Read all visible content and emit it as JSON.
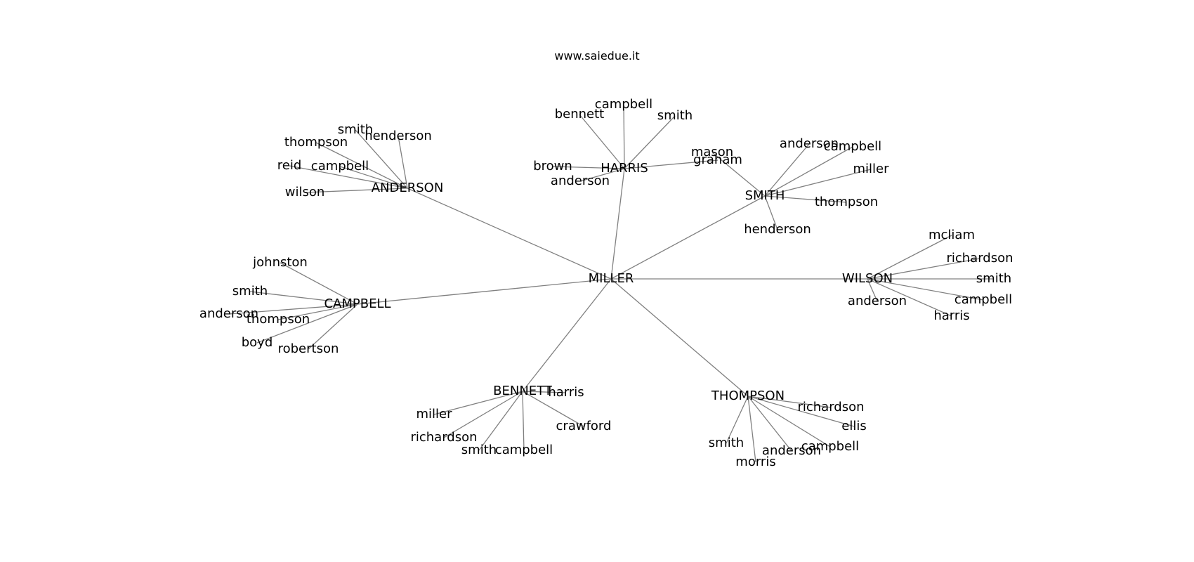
{
  "watermark": "www.saiedue.it",
  "edge_color": "#808080",
  "text_color": "#000000",
  "nodes": [
    {
      "id": "n0",
      "label": "MILLER"
    },
    {
      "id": "n1",
      "label": "ANDERSON"
    },
    {
      "id": "n2",
      "label": "HARRIS"
    },
    {
      "id": "n3",
      "label": "SMITH"
    },
    {
      "id": "n4",
      "label": "WILSON"
    },
    {
      "id": "n5",
      "label": "CAMPBELL"
    },
    {
      "id": "n6",
      "label": "BENNETT"
    },
    {
      "id": "n7",
      "label": "THOMPSON"
    },
    {
      "id": "a1",
      "label": "smith"
    },
    {
      "id": "a2",
      "label": "thompson"
    },
    {
      "id": "a3",
      "label": "henderson"
    },
    {
      "id": "a4",
      "label": "reid"
    },
    {
      "id": "a5",
      "label": "campbell"
    },
    {
      "id": "a6",
      "label": "wilson"
    },
    {
      "id": "h1",
      "label": "campbell"
    },
    {
      "id": "h2",
      "label": "bennett"
    },
    {
      "id": "h3",
      "label": "smith"
    },
    {
      "id": "h4",
      "label": "brown"
    },
    {
      "id": "h5",
      "label": "anderson"
    },
    {
      "id": "h6",
      "label": "graham"
    },
    {
      "id": "s1",
      "label": "mason"
    },
    {
      "id": "s2",
      "label": "anderson"
    },
    {
      "id": "s3",
      "label": "campbell"
    },
    {
      "id": "s4",
      "label": "miller"
    },
    {
      "id": "s5",
      "label": "thompson"
    },
    {
      "id": "s6",
      "label": "henderson"
    },
    {
      "id": "w1",
      "label": "mcliam"
    },
    {
      "id": "w2",
      "label": "richardson"
    },
    {
      "id": "w3",
      "label": "smith"
    },
    {
      "id": "w4",
      "label": "campbell"
    },
    {
      "id": "w5",
      "label": "anderson"
    },
    {
      "id": "w6",
      "label": "harris"
    },
    {
      "id": "c1",
      "label": "johnston"
    },
    {
      "id": "c2",
      "label": "smith"
    },
    {
      "id": "c3",
      "label": "anderson"
    },
    {
      "id": "c4",
      "label": "thompson"
    },
    {
      "id": "c5",
      "label": "boyd"
    },
    {
      "id": "c6",
      "label": "robertson"
    },
    {
      "id": "b1",
      "label": "harris"
    },
    {
      "id": "b2",
      "label": "miller"
    },
    {
      "id": "b3",
      "label": "crawford"
    },
    {
      "id": "b4",
      "label": "richardson"
    },
    {
      "id": "b5",
      "label": "smith"
    },
    {
      "id": "b6",
      "label": "campbell"
    },
    {
      "id": "t1",
      "label": "richardson"
    },
    {
      "id": "t2",
      "label": "ellis"
    },
    {
      "id": "t3",
      "label": "smith"
    },
    {
      "id": "t4",
      "label": "campbell"
    },
    {
      "id": "t5",
      "label": "anderson"
    },
    {
      "id": "t6",
      "label": "morris"
    }
  ],
  "edges": [
    [
      "n0",
      "n1"
    ],
    [
      "n0",
      "n2"
    ],
    [
      "n0",
      "n3"
    ],
    [
      "n0",
      "n4"
    ],
    [
      "n0",
      "n5"
    ],
    [
      "n0",
      "n6"
    ],
    [
      "n0",
      "n7"
    ],
    [
      "n1",
      "a1"
    ],
    [
      "n1",
      "a2"
    ],
    [
      "n1",
      "a3"
    ],
    [
      "n1",
      "a4"
    ],
    [
      "n1",
      "a5"
    ],
    [
      "n1",
      "a6"
    ],
    [
      "n2",
      "h1"
    ],
    [
      "n2",
      "h2"
    ],
    [
      "n2",
      "h3"
    ],
    [
      "n2",
      "h4"
    ],
    [
      "n2",
      "h5"
    ],
    [
      "n2",
      "h6"
    ],
    [
      "n3",
      "s1"
    ],
    [
      "n3",
      "s2"
    ],
    [
      "n3",
      "s3"
    ],
    [
      "n3",
      "s4"
    ],
    [
      "n3",
      "s5"
    ],
    [
      "n3",
      "s6"
    ],
    [
      "n4",
      "w1"
    ],
    [
      "n4",
      "w2"
    ],
    [
      "n4",
      "w3"
    ],
    [
      "n4",
      "w4"
    ],
    [
      "n4",
      "w5"
    ],
    [
      "n4",
      "w6"
    ],
    [
      "n5",
      "c1"
    ],
    [
      "n5",
      "c2"
    ],
    [
      "n5",
      "c3"
    ],
    [
      "n5",
      "c4"
    ],
    [
      "n5",
      "c5"
    ],
    [
      "n5",
      "c6"
    ],
    [
      "n6",
      "b1"
    ],
    [
      "n6",
      "b2"
    ],
    [
      "n6",
      "b3"
    ],
    [
      "n6",
      "b4"
    ],
    [
      "n6",
      "b5"
    ],
    [
      "n6",
      "b6"
    ],
    [
      "n7",
      "t1"
    ],
    [
      "n7",
      "t2"
    ],
    [
      "n7",
      "t3"
    ],
    [
      "n7",
      "t4"
    ],
    [
      "n7",
      "t5"
    ],
    [
      "n7",
      "t6"
    ]
  ]
}
